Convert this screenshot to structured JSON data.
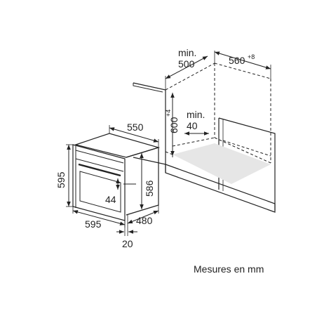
{
  "diagram": {
    "dimensions": {
      "cabinet_width_min": "min.",
      "cabinet_width_min_value": "500",
      "cabinet_depth": "560",
      "cabinet_depth_tolerance": "+8",
      "niche_height": "600",
      "niche_height_tolerance": "+4",
      "bottom_clearance_min": "min.",
      "bottom_clearance_value": "40",
      "oven_depth_top": "550",
      "oven_height_front": "595",
      "oven_body_height": "586",
      "handle_offset": "44",
      "oven_width_front": "595",
      "oven_body_depth": "480",
      "front_thickness": "20"
    },
    "caption": "Mesures en mm"
  }
}
